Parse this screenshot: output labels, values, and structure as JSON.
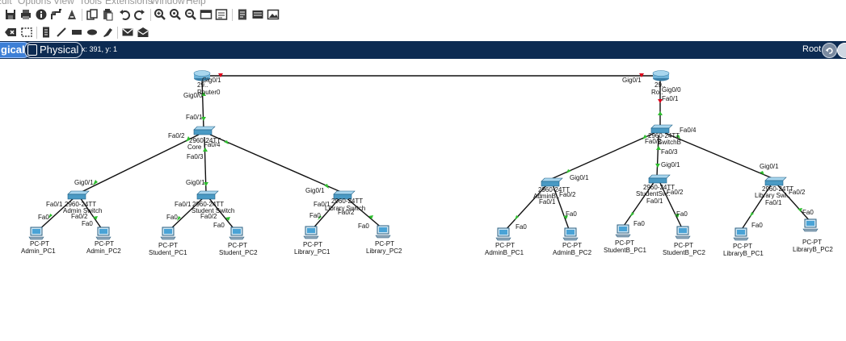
{
  "menu": {
    "items": [
      "Edit",
      "Options",
      "View",
      "Tools",
      "Extensions",
      "Window",
      "Help"
    ]
  },
  "toolbar_main": {
    "icons": [
      "save-icon",
      "print-icon",
      "info-icon",
      "network-wizard-icon",
      "activity-wizard-icon",
      "copy-icon",
      "paste-icon",
      "undo-icon",
      "redo-icon",
      "zoom-in-icon",
      "zoom-reset-icon",
      "zoom-out-icon",
      "drawing-palette-icon",
      "custom-device-dialog-icon",
      "note-icon",
      "viewport-icon",
      "image-icon"
    ]
  },
  "toolbar_draw": {
    "icons": [
      "delete-icon",
      "resize-icon",
      "note-tool-icon",
      "line-tool-icon",
      "rectangle-tool-icon",
      "ellipse-tool-icon",
      "freeform-tool-icon",
      "simple-pdu-icon",
      "complex-pdu-icon"
    ]
  },
  "navbar": {
    "logical_label": "gical",
    "physical_label": "Physical",
    "coords": "x: 391, y: 1",
    "root_label": "Root"
  },
  "topology": {
    "devices": {
      "router0_model": "29..",
      "router0_name": "Router0",
      "router1_model": "29..",
      "router1_name": "Ro..",
      "core_model": "2960-24TT",
      "core_name": "Core",
      "switchb_model": "2960-24TT",
      "switchb_name": "SwitchB",
      "admin_sw_model": "2960-24TT",
      "admin_sw_name": "Admin Switch",
      "student_sw_model": "2960-24TT",
      "student_sw_name": "Student Switch",
      "library_sw_model": "2960-24TT",
      "library_sw_name": "Library Switch",
      "adminb_sw_model": "2960-24TT",
      "adminb_sw_name": "AdminB..",
      "studentb_sw_model": "2960-24TT",
      "studentb_sw_name": "StudentSw..",
      "libraryb_sw_model": "2960-24TT",
      "libraryb_sw_name": "Library Swi..",
      "pc_type": "PC-PT",
      "pcs": [
        "Admin_PC1",
        "Admin_PC2",
        "Student_PC1",
        "Student_PC2",
        "Library_PC1",
        "Library_PC2",
        "AdminB_PC1",
        "AdminB_PC2",
        "StudentB_PC1",
        "StudentB_PC2",
        "LibraryB_PC1",
        "LibraryB_PC2"
      ]
    },
    "ports": {
      "gig0_1": "Gig0/1",
      "gig0_0": "Gig0/0",
      "fa0_1": "Fa0/1",
      "fa0_2": "Fa0/2",
      "fa0_3": "Fa0/3",
      "fa0_4": "Fa0/4",
      "fa0": "Fa0"
    }
  }
}
